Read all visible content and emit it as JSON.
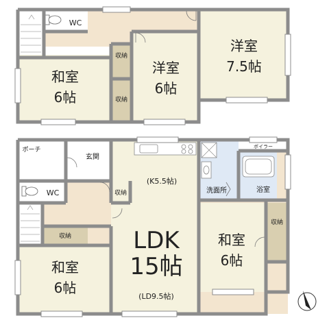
{
  "upper_floor": {
    "wc": "WC",
    "washitsu": {
      "name": "和室",
      "size": "6帖"
    },
    "storage_1": "収納",
    "storage_2": "収納",
    "youshitsu_6": {
      "name": "洋室",
      "size": "6帖"
    },
    "youshitsu_75": {
      "name": "洋室",
      "size": "7.5帖"
    }
  },
  "lower_floor": {
    "porch": "ポーチ",
    "entrance": "玄関",
    "wc": "WC",
    "storage_stairs": "収納",
    "storage_hall": "収納",
    "kitchen": "(K5.5帖)",
    "washroom": "洗面所",
    "bath": "浴室",
    "boiler": "ボイラー",
    "washitsu_left": {
      "name": "和室",
      "size": "6帖"
    },
    "ldk": {
      "name": "LDK",
      "size": "15帖",
      "sub": "(LD9.5帖)"
    },
    "washitsu_right": {
      "name": "和室",
      "size": "6帖"
    },
    "storage_right": "収納"
  },
  "colors": {
    "wall": "#8c8c8c",
    "floor_light": "#f5f2de",
    "floor_tan": "#f3e5cf",
    "storage": "#d9cfb0",
    "wet": "#dfe9f5"
  },
  "compass_icon": "north-arrow"
}
